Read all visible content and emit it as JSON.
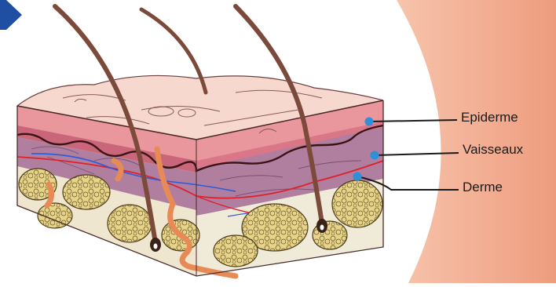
{
  "labels": {
    "epidermis": "Epiderme",
    "vessels": "Vaisseaux",
    "dermis": "Derme"
  },
  "colors": {
    "background_panel": "#f0a88a",
    "background_panel_edge": "#f7c4ac",
    "nav_arrow": "#1e4fa3",
    "epidermis_top": "#f7d8cf",
    "epidermis_band": "#e7949a",
    "dermis": "#c28aa4",
    "dermis_deep": "#a36d92",
    "fat_lobule": "#e6d48a",
    "fat_outline": "#4d3d1c",
    "hair": "#7b4a3a",
    "artery": "#e0202a",
    "vein": "#2a5bd8",
    "sweat_gland": "#f2a070",
    "marker_dot": "#2f8fd8",
    "leader_line": "#1a1a1a"
  },
  "icons": {
    "nav": "play-arrow-icon"
  }
}
